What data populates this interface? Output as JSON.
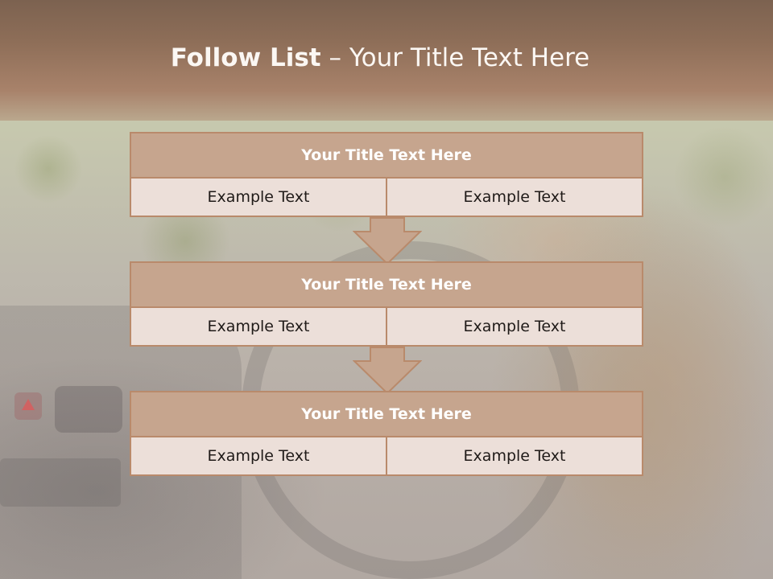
{
  "slide": {
    "title_bold": "Follow List",
    "title_rest": " – Your Title Text Here",
    "accent_color": "#b98a6b",
    "header_color": "#8e6e58",
    "steps": [
      {
        "title": "Your Title Text Here",
        "left": "Example Text",
        "right": "Example Text"
      },
      {
        "title": "Your Title Text Here",
        "left": "Example Text",
        "right": "Example Text"
      },
      {
        "title": "Your Title Text Here",
        "left": "Example Text",
        "right": "Example Text"
      }
    ]
  }
}
